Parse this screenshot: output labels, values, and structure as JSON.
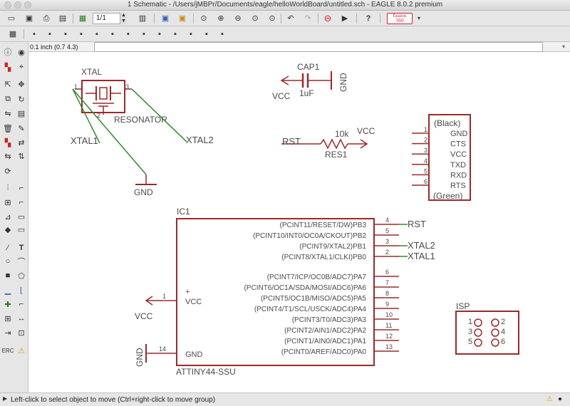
{
  "window": {
    "title": "1 Schematic - /Users/jMBPr/Documents/eagle/helloWorldBoard/untitled.sch - EAGLE 8.0.2 premium"
  },
  "toolbar": {
    "sheet_value": "1/1",
    "logo_line1": "fusion",
    "logo_line2": "360"
  },
  "command_bar": {
    "coordinate": "0.1 inch (0.7 4.3)",
    "command_value": ""
  },
  "schematic": {
    "xtal": {
      "name": "XTAL",
      "value": "RESONATOR",
      "pin1": "1",
      "pin2": "2",
      "pin3": "3",
      "net_left": "XTAL1",
      "net_right": "XTAL2",
      "gnd": "GND"
    },
    "cap": {
      "name": "CAP1",
      "value": "1uF",
      "vcc": "VCC",
      "gnd": "GND"
    },
    "resistor": {
      "name": "RES1",
      "value": "10k",
      "net_left": "RST",
      "net_right": "VCC"
    },
    "ftdi": {
      "top_label": "(Black)",
      "bottom_label": "(Green)",
      "pins": [
        {
          "num": "1",
          "name": "GND"
        },
        {
          "num": "2",
          "name": "CTS"
        },
        {
          "num": "3",
          "name": "VCC"
        },
        {
          "num": "4",
          "name": "TXD"
        },
        {
          "num": "5",
          "name": "RXD"
        },
        {
          "num": "6",
          "name": "RTS"
        }
      ]
    },
    "ic": {
      "name": "IC1",
      "value": "ATTINY44-SSU",
      "plus": "+",
      "left_pins": [
        {
          "num": "1",
          "name": "VCC",
          "net": "VCC"
        },
        {
          "num": "14",
          "name": "GND",
          "net": "GND"
        }
      ],
      "right_pins": [
        {
          "num": "4",
          "name": "(PCINT11/RESET/DW)PB3",
          "net": "RST"
        },
        {
          "num": "5",
          "name": "(PCINT10/INT0/OC0A/CKOUT)PB2",
          "net": ""
        },
        {
          "num": "3",
          "name": "(PCINT9/XTAL2)PB1",
          "net": "XTAL2"
        },
        {
          "num": "2",
          "name": "(PCINT8/XTAL1/CLKI)PB0",
          "net": "XTAL1"
        },
        {
          "num": "6",
          "name": "(PCINT7/ICP/OC0B/ADC7)PA7",
          "net": ""
        },
        {
          "num": "7",
          "name": "(PCINT6/OC1A/SDA/MOSI/ADC6)PA6",
          "net": ""
        },
        {
          "num": "8",
          "name": "(PCINT5/OC1B/MISO/ADC5)PA5",
          "net": ""
        },
        {
          "num": "9",
          "name": "(PCINT4/T1/SCL/USCK/ADC4)PA4",
          "net": ""
        },
        {
          "num": "10",
          "name": "(PCINT3/T0/ADC3)PA3",
          "net": ""
        },
        {
          "num": "11",
          "name": "(PCINT2/AIN1/ADC2)PA2",
          "net": ""
        },
        {
          "num": "12",
          "name": "(PCINT1/AIN0/ADC1)PA1",
          "net": ""
        },
        {
          "num": "13",
          "name": "(PCINT0/AREF/ADC0)PA0",
          "net": ""
        }
      ]
    },
    "isp": {
      "name": "ISP",
      "pins": [
        "1",
        "2",
        "3",
        "4",
        "5",
        "6"
      ]
    }
  },
  "status": {
    "text": "Left-click to select object to move (Ctrl+right-click to move group)"
  },
  "colors": {
    "symbol": "#9b2a2a",
    "net": "#2f8a2f",
    "text": "#4a4a4a"
  }
}
